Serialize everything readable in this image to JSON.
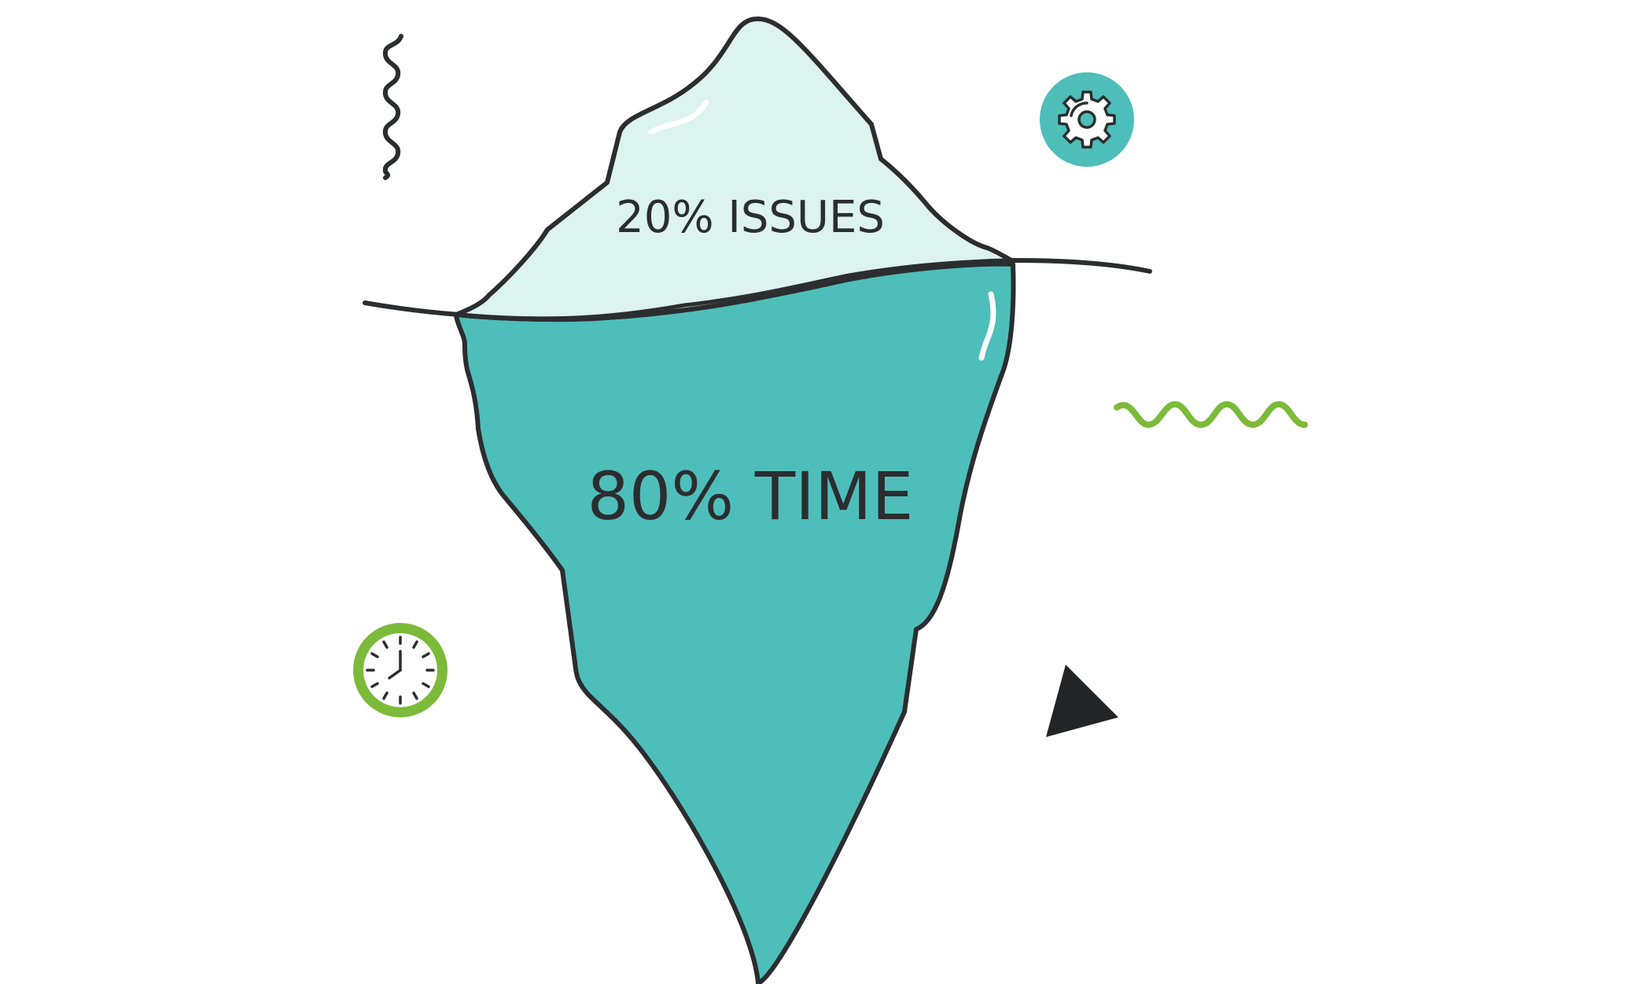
{
  "iceberg": {
    "top_label": "20% ISSUES",
    "bottom_label": "80% TIME"
  },
  "colors": {
    "outline": "#2b2d2f",
    "iceberg_top": "#dcf3f0",
    "iceberg_bottom": "#4ebebb",
    "accent_green": "#7cba3a",
    "gear_circle": "#4ebebb",
    "triangle": "#232426",
    "white": "#ffffff"
  },
  "decorations": {
    "top_left": "squiggle-vertical",
    "top_right": "gear-icon",
    "middle_right": "squiggle-horizontal",
    "bottom_left": "clock-icon",
    "bottom_right": "triangle"
  }
}
